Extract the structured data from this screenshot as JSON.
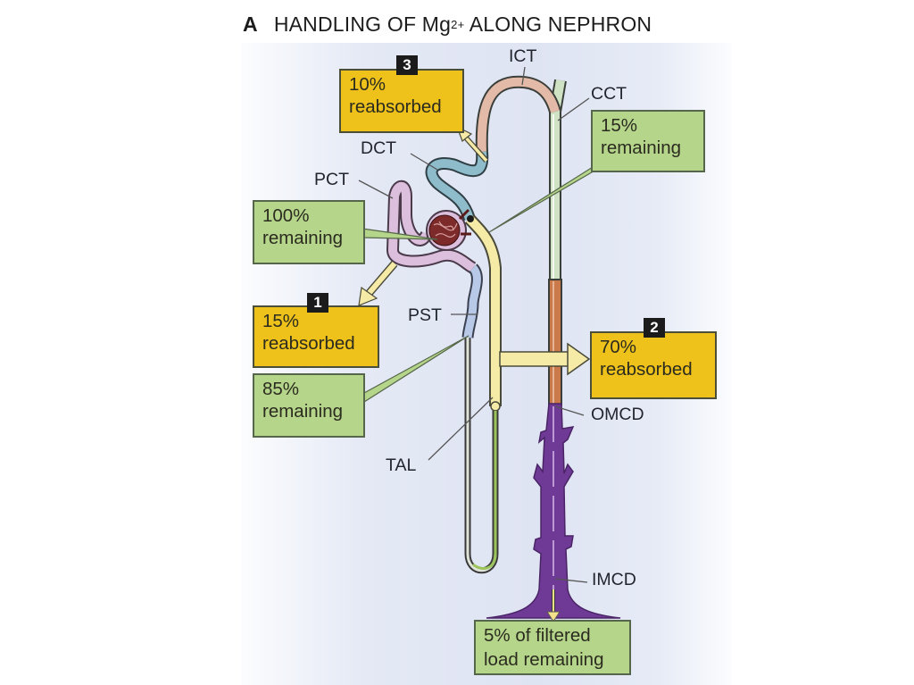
{
  "title": {
    "panel_letter": "A",
    "text_before_sup": "HANDLING OF Mg",
    "superscript": "2+",
    "text_after_sup": " ALONG NEPHRON"
  },
  "segment_labels": {
    "ict": "ICT",
    "cct": "CCT",
    "dct": "DCT",
    "pct": "PCT",
    "pst": "PST",
    "tal": "TAL",
    "omcd": "OMCD",
    "imcd": "IMCD"
  },
  "boxes": {
    "box3": {
      "badge": "3",
      "line1": "10%",
      "line2": "reabsorbed"
    },
    "box_15_remaining": {
      "line1": "15%",
      "line2": "remaining"
    },
    "box_100_remaining": {
      "line1": "100%",
      "line2": "remaining"
    },
    "box1": {
      "badge": "1",
      "line1": "15%",
      "line2": "reabsorbed"
    },
    "box_85_remaining": {
      "line1": "85%",
      "line2": "remaining"
    },
    "box2": {
      "badge": "2",
      "line1": "70%",
      "line2": "reabsorbed"
    },
    "box_final": {
      "line1": "5% of filtered",
      "line2": "load remaining"
    }
  },
  "colors": {
    "reabsorbed_box": "#eec21a",
    "remaining_box": "#b5d58b",
    "pct": "#dcbfdc",
    "pst": "#b8c9e8",
    "tal": "#f5eba6",
    "dct": "#8fbccb",
    "ict": "#e3b9a8",
    "cct": "#cfe3c4",
    "omcd": "#c9794a",
    "imcd": "#6f3a96",
    "glomerulus": "#7d2a2a"
  }
}
